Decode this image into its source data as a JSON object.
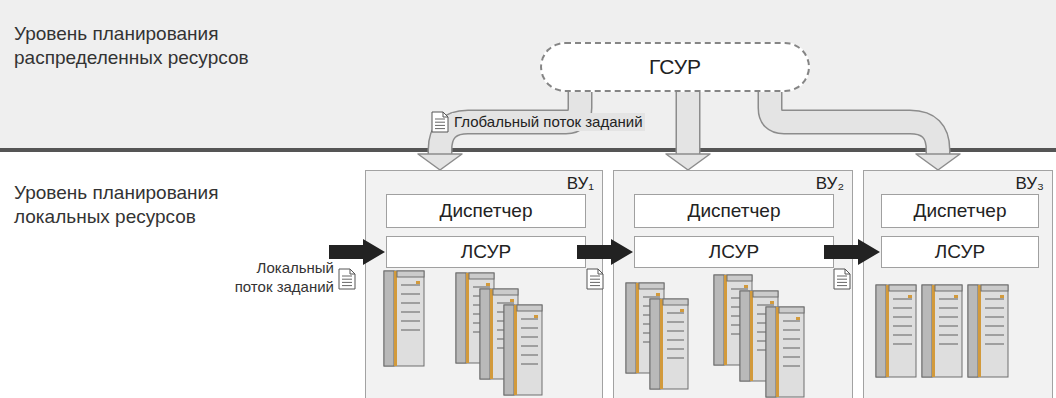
{
  "diagram": {
    "nodes": [
      {
        "text": [
          "Уровень планирования распределенных ресурсов"
        ]
      },
      {
        "text": [
          "ГСУР"
        ],
        "in": 0
      },
      {
        "text": [
          "ВУ₁"
        ]
      },
      {
        "text": [
          "Диспетчер"
        ],
        "in": 2
      },
      {
        "text": [
          "ЛСУР"
        ],
        "in": 2
      },
      {
        "text": [
          "ВУ₂"
        ]
      },
      {
        "text": [
          "Диспетчер"
        ],
        "in": 5
      },
      {
        "text": [
          "ЛСУР"
        ],
        "in": 5
      },
      {
        "text": [
          "ВУ₃"
        ]
      },
      {
        "text": [
          "Диспетчер"
        ],
        "in": 8
      },
      {
        "text": [
          "ЛСУР"
        ],
        "in": 8
      }
    ],
    "edges": [
      {
        "from": 1,
        "to": 2,
        "arrow": "to"
      },
      {
        "from": 1,
        "to": 5,
        "arrow": "to",
        "label": "Глобальный поток заданий"
      },
      {
        "from": 1,
        "to": 8,
        "arrow": "to"
      }
    ],
    "labels": [
      "Уровень планирования локальных ресурсов",
      "Локальный поток заданий"
    ]
  }
}
